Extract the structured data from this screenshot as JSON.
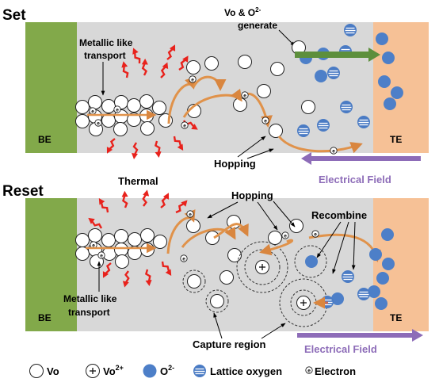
{
  "set": {
    "title": "Set",
    "be_label": "BE",
    "te_label": "TE",
    "vo_generate_line1": "Vo & O",
    "vo_generate_sup": "2-",
    "vo_generate_line2": "generate",
    "metallic_line1": "Metallic like",
    "metallic_line2": "transport",
    "hopping": "Hopping",
    "electric_field": "Electrical Field",
    "thermal": "Thermal"
  },
  "reset": {
    "title": "Reset",
    "be_label": "BE",
    "te_label": "TE",
    "hopping": "Hopping",
    "recombine": "Recombine",
    "metallic_line1": "Metallic like",
    "metallic_line2": "transport",
    "capture_region": "Capture region",
    "electric_field": "Electrical Field"
  },
  "legend": {
    "vo": "Vo",
    "vo2_base": "Vo",
    "vo2_sup": "2+",
    "o2_base": "O",
    "o2_sup": "2-",
    "lattice_oxygen": "Lattice oxygen",
    "electron": "Electron"
  },
  "colors": {
    "electrode_green": "#82a94a",
    "electrode_peach": "#f6c196",
    "oxide_gray": "#d8d8d8",
    "oxygen_blue": "#4d7fc8",
    "thermal_red": "#e8221c",
    "hop_orange": "#e0924a",
    "field_purple": "#8d6cb8",
    "generate_green": "#5d8f3c"
  }
}
